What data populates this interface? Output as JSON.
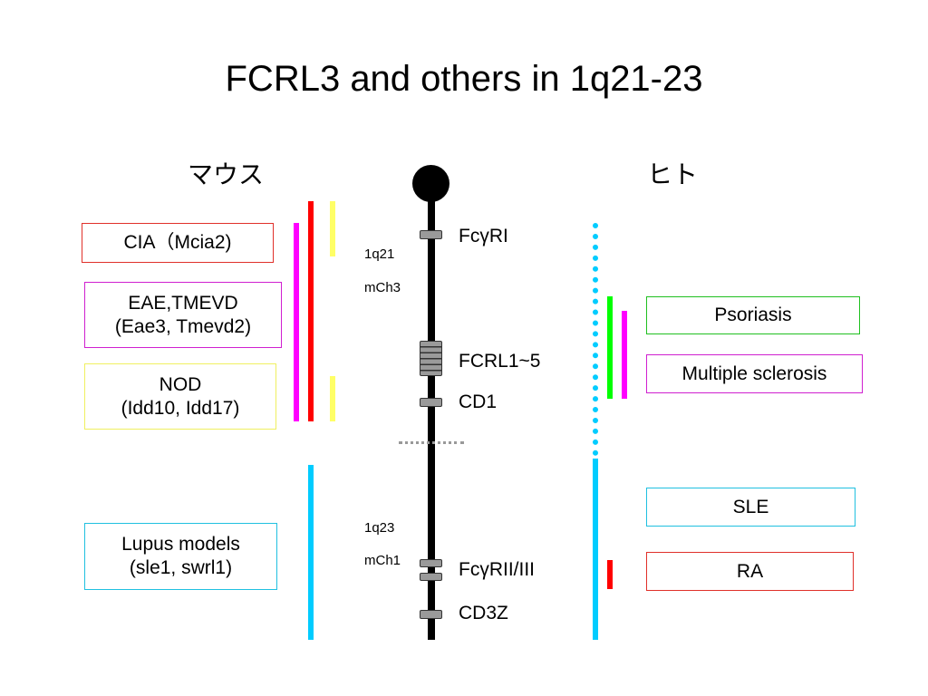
{
  "title": "FCRL3 and others in 1q21-23",
  "headers": {
    "mouse": "マウス",
    "human": "ヒト"
  },
  "mouse_boxes": [
    {
      "line1": "CIA（Mcia2)",
      "line2": "",
      "color": "#e0302a"
    },
    {
      "line1": "EAE,TMEVD",
      "line2": "(Eae3, Tmevd2)",
      "color": "#d020d0"
    },
    {
      "line1": "NOD",
      "line2": "(Idd10, Idd17)",
      "color": "#f0f060"
    },
    {
      "line1": "Lupus models",
      "line2": "(sle1, swrl1)",
      "color": "#20c0e0"
    }
  ],
  "human_boxes": [
    {
      "label": "Psoriasis",
      "color": "#20c020"
    },
    {
      "label": "Multiple sclerosis",
      "color": "#d020d0"
    },
    {
      "label": "SLE",
      "color": "#20c0e0"
    },
    {
      "label": "RA",
      "color": "#e0302a"
    }
  ],
  "bands": [
    {
      "band": "1q21",
      "mouse_chr": "mCh3"
    },
    {
      "band": "1q23",
      "mouse_chr": "mCh1"
    }
  ],
  "genes": [
    "FcγRI",
    "FCRL1~5",
    "CD1",
    "FcγRII/III",
    "CD3Z"
  ],
  "colors": {
    "red": "#ff0000",
    "magenta": "#ff00ff",
    "yellow": "#ffff66",
    "cyan": "#00ccff",
    "green": "#00ff00",
    "chromosome": "#000000",
    "marker": "#9a9a9a"
  }
}
